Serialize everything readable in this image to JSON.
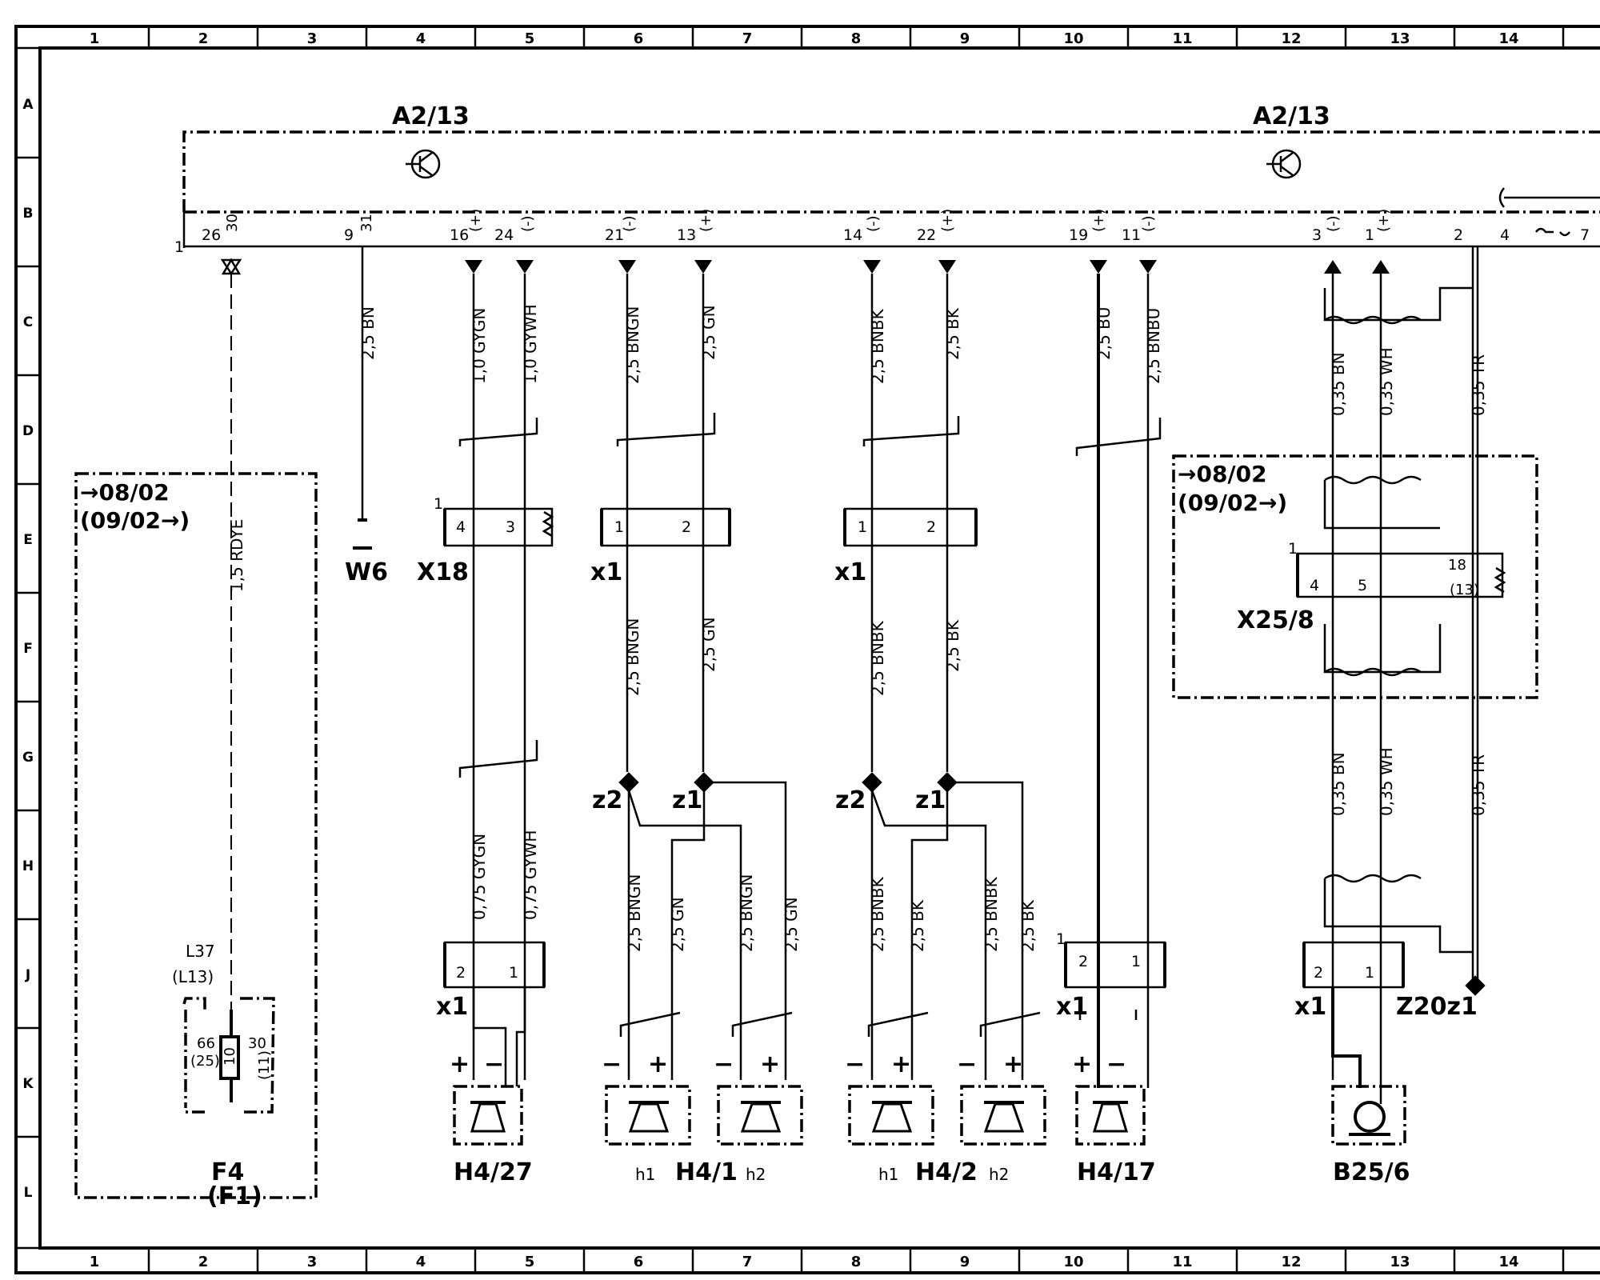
{
  "grid": {
    "columns": [
      "1",
      "2",
      "3",
      "4",
      "5",
      "6",
      "7",
      "8",
      "9",
      "10",
      "11",
      "12",
      "13",
      "14"
    ],
    "rows": [
      "A",
      "B",
      "C",
      "D",
      "E",
      "F",
      "G",
      "H",
      "J",
      "K",
      "L"
    ]
  },
  "modules": {
    "left_title": "A2/13",
    "right_title": "A2/13",
    "connector_number": "1"
  },
  "pins": [
    {
      "num": "26",
      "sig": "30"
    },
    {
      "num": "9",
      "sig": "31"
    },
    {
      "num": "16",
      "sig": "(+)"
    },
    {
      "num": "24",
      "sig": "(-)"
    },
    {
      "num": "21",
      "sig": "(-)"
    },
    {
      "num": "13",
      "sig": "(+)"
    },
    {
      "num": "14",
      "sig": "(-)"
    },
    {
      "num": "22",
      "sig": "(+)"
    },
    {
      "num": "19",
      "sig": "(+)"
    },
    {
      "num": "11",
      "sig": "(-)"
    },
    {
      "num": "3",
      "sig": "(-)"
    },
    {
      "num": "1",
      "sig": "(+)"
    },
    {
      "num": "2",
      "sig": ""
    },
    {
      "num": "4",
      "sig": ""
    },
    {
      "num": "7",
      "sig": ""
    }
  ],
  "wires_upper": [
    "1,5 RDYE",
    "2,5 BN",
    "1,0 GYGN",
    "1,0 GYWH",
    "2,5 BNGN",
    "2,5 GN",
    "2,5 BNBK",
    "2,5 BK",
    "2,5 BU",
    "2,5 BNBU",
    "0,35 BN",
    "0,35 WH",
    "0,35 TR"
  ],
  "wires_middle": [
    "2,5 BNGN",
    "2,5 GN",
    "2,5 BNBK",
    "2,5 BK"
  ],
  "wires_g": [
    "0,35 BN",
    "0,35 WH",
    "0,35 TR"
  ],
  "wires_lower": [
    "0,75 GYGN",
    "0,75 GYWH",
    "2,5 BNGN",
    "2,5 GN",
    "2,5 BNGN",
    "2,5 GN",
    "2,5 BNBK",
    "2,5 BK",
    "2,5 BNBK",
    "2,5 BK"
  ],
  "connectors": {
    "w6": "W6",
    "x18": "X18",
    "x18_pins": [
      "4",
      "3"
    ],
    "x1_a": "x1",
    "x1_b": "x1",
    "x1_pins": [
      "1",
      "2"
    ],
    "x1_lower_a": "x1",
    "x1_lower_b": "x1",
    "x1_lower_c": "x1",
    "x1_lower_pins": [
      "2",
      "1"
    ],
    "x25": "X25/8",
    "x25_pins": [
      "4",
      "5",
      "18",
      "(13)"
    ],
    "one": "1"
  },
  "dates": {
    "left_from": "→08/02",
    "left_to": "(09/02→)",
    "right_from": "→08/02",
    "right_to": "(09/02→)"
  },
  "splices": {
    "z2a": "z2",
    "z1a": "z1",
    "z2b": "z2",
    "z1b": "z1",
    "z20": "Z20z1"
  },
  "fuse": {
    "name": "F4",
    "alt": "(F1)",
    "relay": "L37",
    "relay_alt": "(L13)",
    "pin_a": "66",
    "pin_a_alt": "(25)",
    "pin_b": "30",
    "pin_b_alt": "(11)",
    "rating": "10"
  },
  "speakers": [
    {
      "id": "H4/27"
    },
    {
      "id": "H4/1",
      "left": "h1",
      "right": "h2"
    },
    {
      "id": "H4/2",
      "left": "h1",
      "right": "h2"
    },
    {
      "id": "H4/17"
    }
  ],
  "polarity": {
    "plus": "+",
    "minus": "−"
  },
  "sensor": "B25/6",
  "icon_names": [
    "transistor-icon",
    "speaker-icon",
    "microphone-icon",
    "shield-icon",
    "splice-icon"
  ]
}
